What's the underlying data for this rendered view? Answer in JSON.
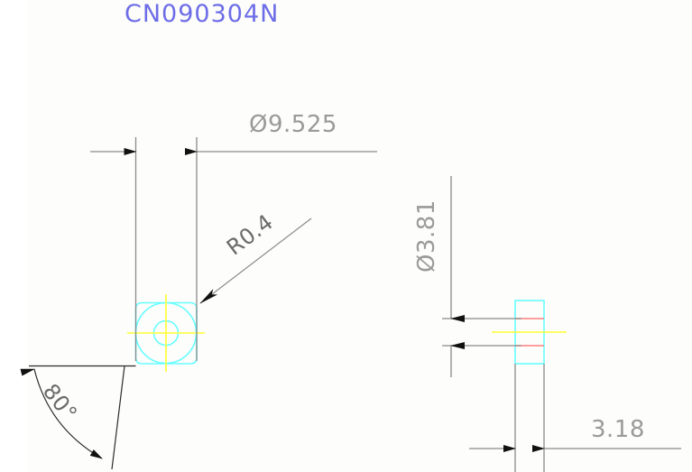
{
  "drawing": {
    "title": "CN090304N",
    "title_color": "#6d6de8",
    "background_color": "#fdfdfb",
    "line_color_dimension": "#8a8a8a",
    "line_color_part": "#66ffff",
    "line_color_center": "#ffff33",
    "line_color_hidden": "#ff8080",
    "text_color_dimension": "#9a9a9a",
    "text_color_leader": "#6b6b6b"
  },
  "dimensions": {
    "inscribed_circle": {
      "label": "Ø9.525",
      "value": 9.525,
      "symbol": "diameter",
      "orientation": "horizontal"
    },
    "hole_diameter": {
      "label": "Ø3.81",
      "value": 3.81,
      "symbol": "diameter",
      "orientation": "vertical"
    },
    "thickness": {
      "label": "3.18",
      "value": 3.18,
      "orientation": "horizontal"
    },
    "corner_radius": {
      "label": "R0.4",
      "value": 0.4,
      "symbol": "radius",
      "orientation": "leader"
    },
    "included_angle": {
      "label": "80°",
      "value": 80,
      "symbol": "degrees",
      "orientation": "angular"
    }
  },
  "views": {
    "top_view_name": "top-view",
    "side_view_name": "side-view"
  }
}
